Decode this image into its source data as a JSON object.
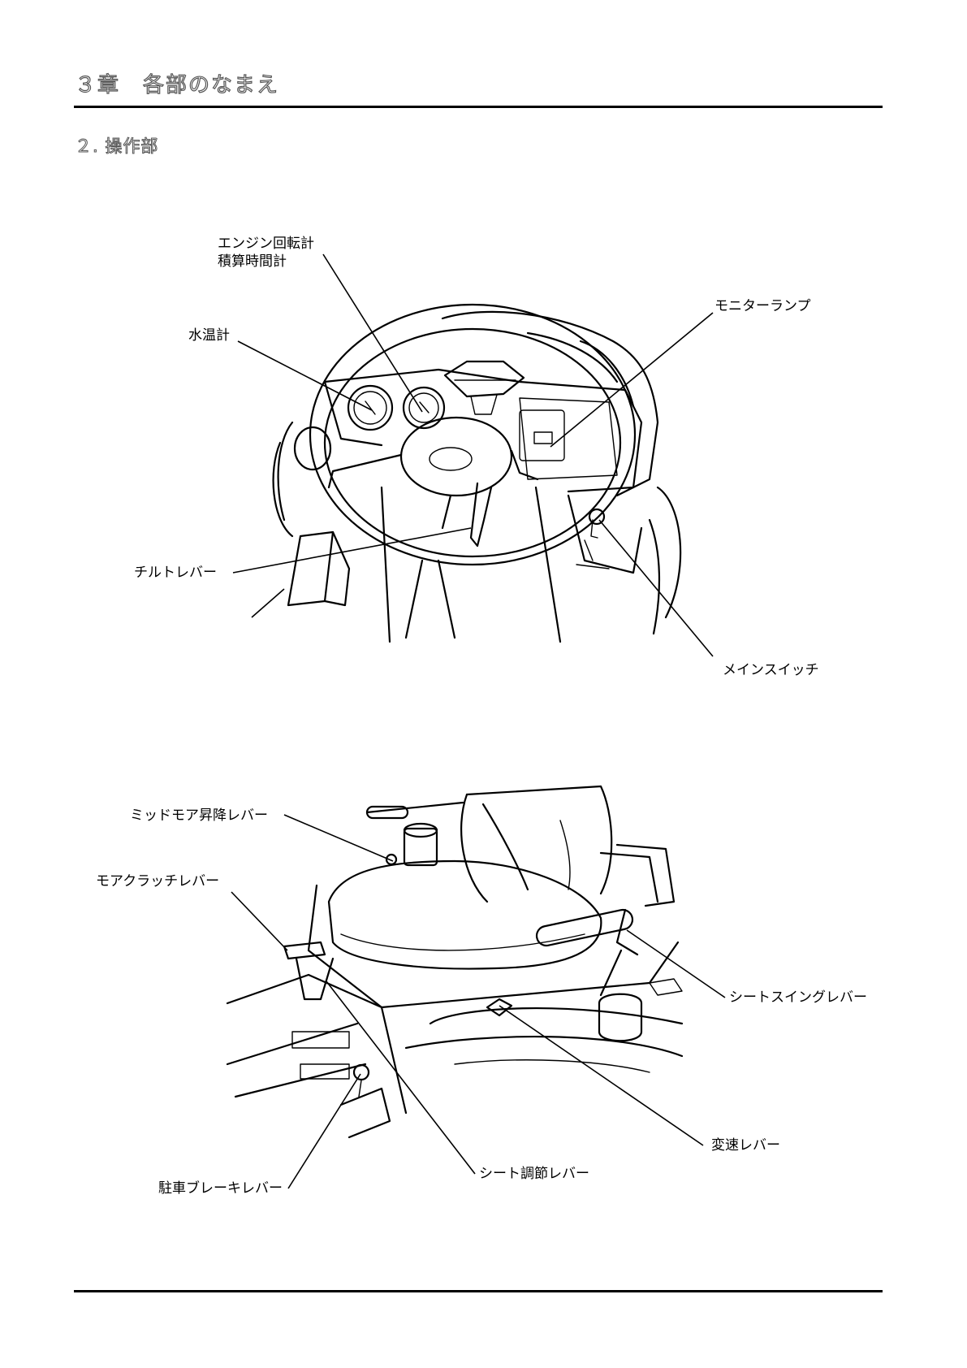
{
  "header": {
    "chapter_title": "３章　各部のなまえ"
  },
  "section": {
    "title": "２. 操作部"
  },
  "figure_top": {
    "labels": {
      "engine_tach": "エンジン回転計",
      "hour_meter": "積算時間計",
      "water_temp": "水温計",
      "monitor_lamp": "モニターランプ",
      "tilt_lever": "チルトレバー",
      "main_switch": "メインスイッチ"
    }
  },
  "figure_bottom": {
    "labels": {
      "mid_mower_lift": "ミッドモア昇降レバー",
      "mower_clutch": "モアクラッチレバー",
      "seat_swing": "シートスイングレバー",
      "shift_lever": "変速レバー",
      "seat_adjust": "シート調節レバー",
      "parking_brake": "駐車ブレーキレバー"
    }
  }
}
